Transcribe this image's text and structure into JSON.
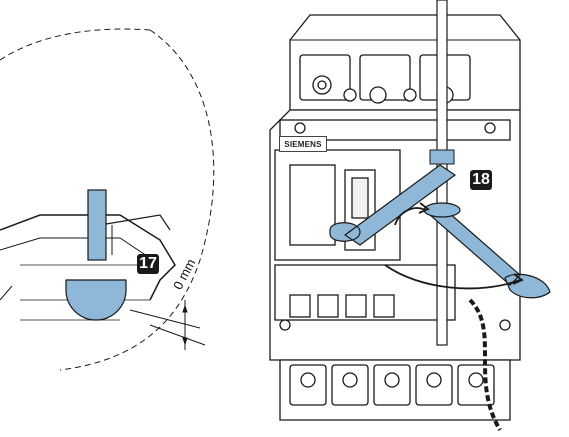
{
  "labels": {
    "badge_left": "17",
    "badge_right": "18",
    "brand": "SIEMENS",
    "dimension": "0 mm"
  },
  "colors": {
    "tool_blue": "#8fb8d8",
    "outline": "#1a1a1a",
    "badge_bg": "#1a1a1a"
  }
}
